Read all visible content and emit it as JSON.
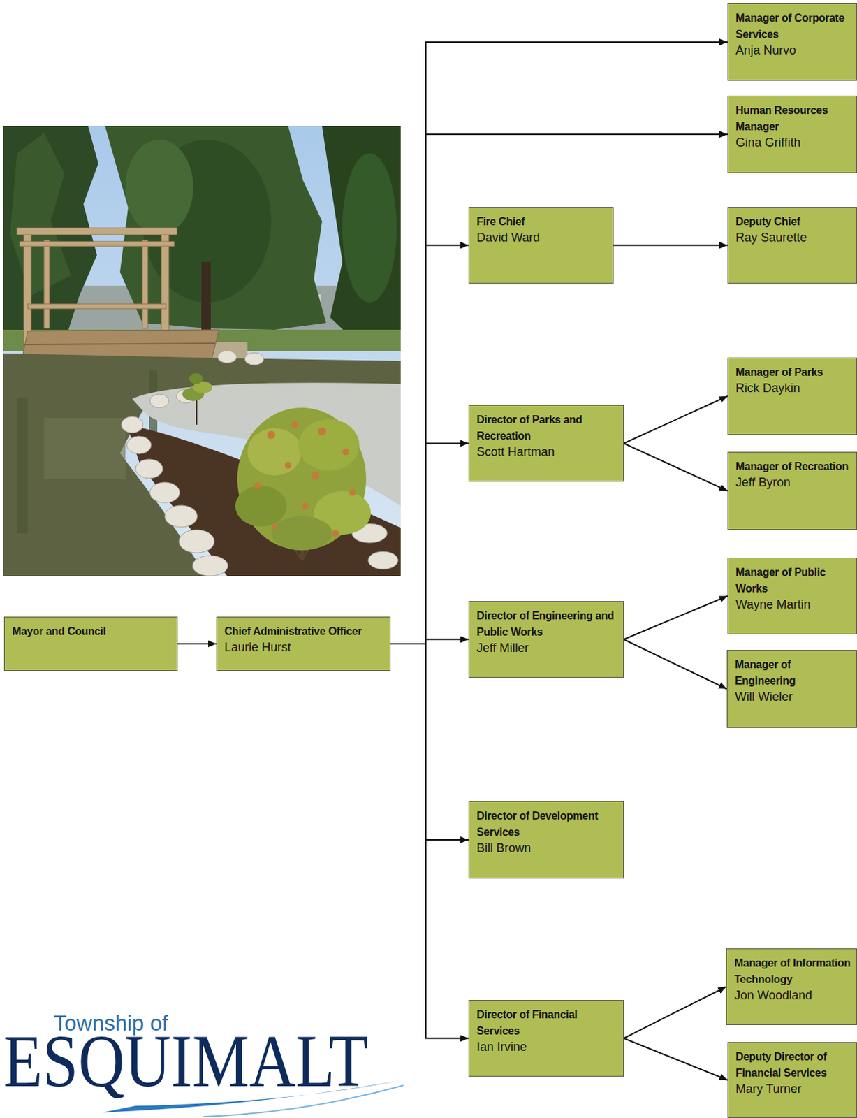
{
  "diagram": {
    "nodes": [
      {
        "text": [
          "Mayor and Council"
        ]
      },
      {
        "text": [
          "Chief Administrative Officer",
          "Laurie Hurst"
        ]
      },
      {
        "text": [
          "Manager of Corporate Services",
          "Anja Nurvo"
        ]
      },
      {
        "text": [
          "Human Resources Manager",
          "Gina Griffith"
        ]
      },
      {
        "text": [
          "Fire Chief",
          "David Ward"
        ]
      },
      {
        "text": [
          "Deputy Chief",
          "Ray Saurette"
        ]
      },
      {
        "text": [
          "Director of Parks and Recreation",
          "Scott Hartman"
        ]
      },
      {
        "text": [
          "Manager of Parks",
          "Rick Daykin"
        ]
      },
      {
        "text": [
          "Manager of Recreation",
          "Jeff Byron"
        ]
      },
      {
        "text": [
          "Director of Engineering and Public Works",
          "Jeff Miller"
        ]
      },
      {
        "text": [
          "Manager of Public Works",
          "Wayne Martin"
        ]
      },
      {
        "text": [
          "Manager of Engineering",
          "Will Wieler"
        ]
      },
      {
        "text": [
          "Director of Development Services",
          "Bill Brown"
        ]
      },
      {
        "text": [
          "Director of Financial Services",
          "Ian Irvine"
        ]
      },
      {
        "text": [
          "Manager of Information Technology",
          "Jon Woodland"
        ]
      },
      {
        "text": [
          "Deputy Director of Financial Services",
          "Mary Turner"
        ]
      }
    ],
    "edges": [
      {
        "from": 0,
        "to": 1,
        "arrow": "to"
      },
      {
        "from": 1,
        "to": 2,
        "arrow": "to"
      },
      {
        "from": 1,
        "to": 3,
        "arrow": "to"
      },
      {
        "from": 1,
        "to": 4,
        "arrow": "to"
      },
      {
        "from": 4,
        "to": 5,
        "arrow": "to"
      },
      {
        "from": 1,
        "to": 6,
        "arrow": "to"
      },
      {
        "from": 6,
        "to": 7,
        "arrow": "to"
      },
      {
        "from": 6,
        "to": 8,
        "arrow": "to"
      },
      {
        "from": 1,
        "to": 9,
        "arrow": "to"
      },
      {
        "from": 9,
        "to": 10,
        "arrow": "to"
      },
      {
        "from": 9,
        "to": 11,
        "arrow": "to"
      },
      {
        "from": 1,
        "to": 12,
        "arrow": "to"
      },
      {
        "from": 1,
        "to": 13,
        "arrow": "to"
      },
      {
        "from": 13,
        "to": 14,
        "arrow": "to"
      },
      {
        "from": 13,
        "to": 15,
        "arrow": "to"
      }
    ],
    "labels": [
      "Township of",
      "ESQUIMALT"
    ]
  }
}
